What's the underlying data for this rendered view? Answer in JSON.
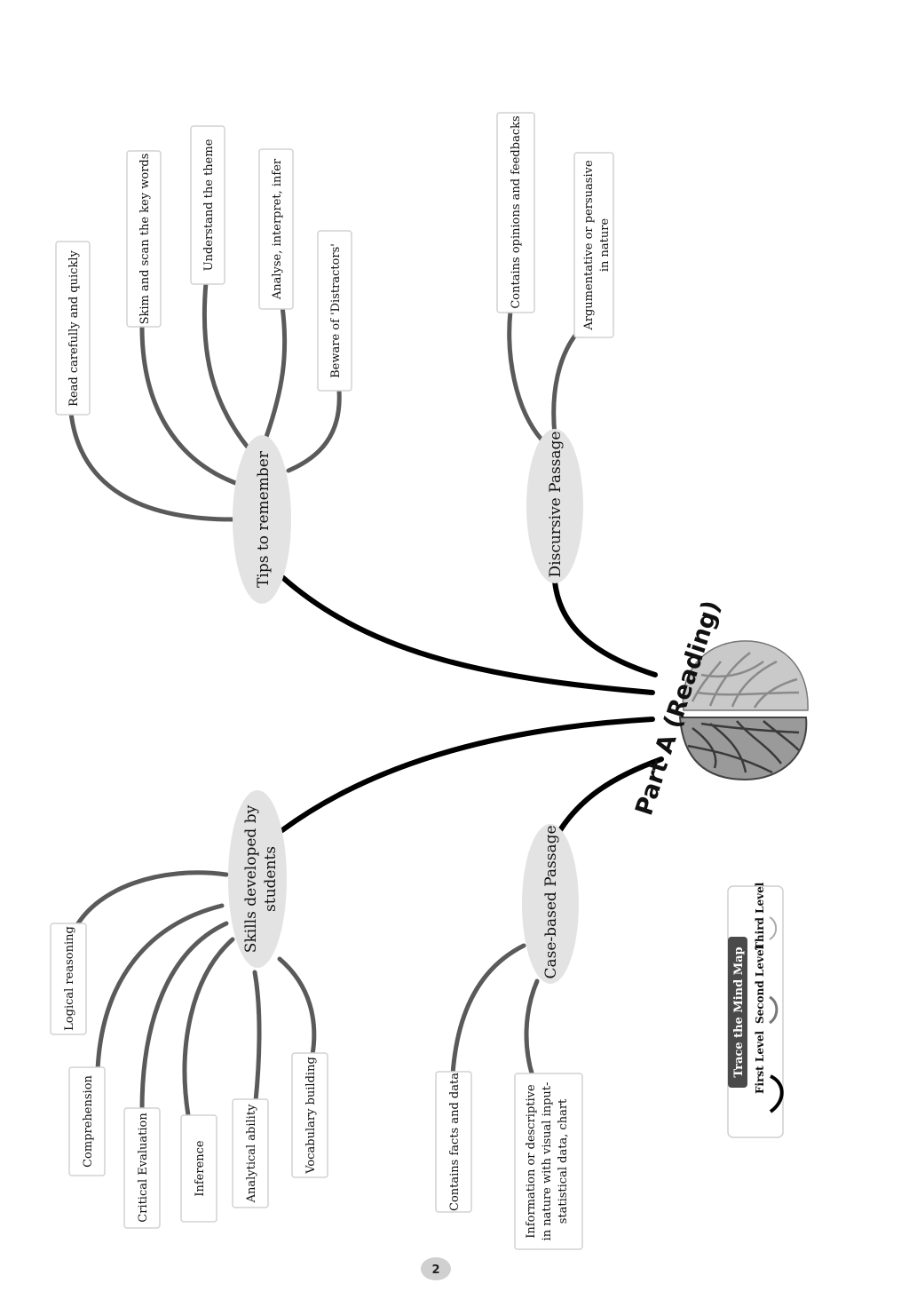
{
  "title": "Part A (Reading)",
  "branches": {
    "tips": {
      "label": "Tips to remember",
      "items": [
        "Read carefully and quickly",
        "Skim and scan the key words",
        "Understand the theme",
        "Analyse,  interpret, infer",
        "Beware of 'Distractors'"
      ]
    },
    "discursive": {
      "label": "Discursive Passage",
      "items": [
        "Contains opinions and feedbacks",
        "Argumentative or persuasive",
        "in nature"
      ]
    },
    "skills": {
      "label_line1": "Skills developed by",
      "label_line2": "students",
      "items": [
        "Logical reasoning",
        "Comprehension",
        "Critical Evaluation",
        "Inference",
        "Analytical ability",
        "Vocabulary building"
      ]
    },
    "casebased": {
      "label": "Case-based Passage",
      "items": [
        "Contains facts and data",
        "Information or descriptive",
        "in nature with  visual input-",
        "statistical data, chart"
      ]
    }
  },
  "legend": {
    "heading": "Trace the  Mind Map",
    "levels": [
      "First Level",
      "Second Level",
      "Third Level"
    ]
  },
  "page_number": "2",
  "colors": {
    "level1": "#000000",
    "level2": "#5a5a5a",
    "oval": "#e3e3e3",
    "legend_head": "#4a4a4a"
  }
}
